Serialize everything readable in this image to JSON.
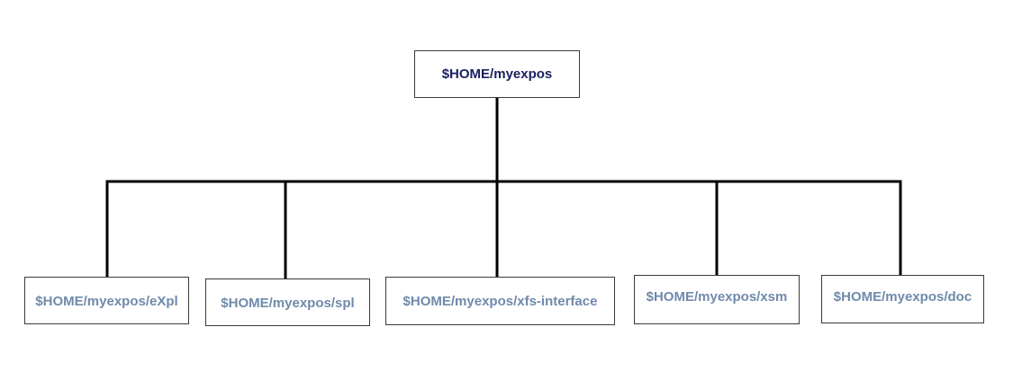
{
  "diagram": {
    "root": {
      "label": "$HOME/myexpos"
    },
    "children": [
      {
        "label": "$HOME/myexpos/eXpl"
      },
      {
        "label": "$HOME/myexpos/spl"
      },
      {
        "label": "$HOME/myexpos/xfs-interface"
      },
      {
        "label": "$HOME/myexpos/xsm"
      },
      {
        "label": "$HOME/myexpos/doc"
      }
    ],
    "colors": {
      "root_text": "#1b1f5e",
      "child_text": "#6f8aab",
      "line": "#000000",
      "box_border": "#3a3a3a"
    }
  }
}
